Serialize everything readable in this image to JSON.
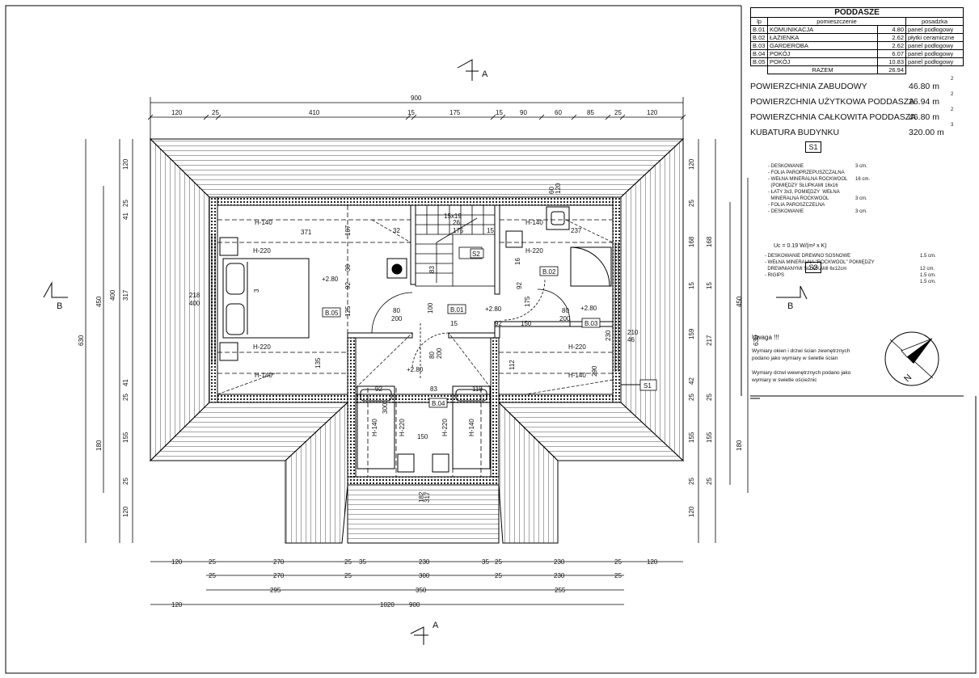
{
  "table": {
    "title": "PODDASZE",
    "headers": [
      "lp",
      "pomieszczenie",
      "posadzka"
    ],
    "rows": [
      [
        "B.01",
        "KOMUNIKACJA",
        "4.80",
        "panel podłogowy"
      ],
      [
        "B.02",
        "ŁAZIENKA",
        "2.62",
        "płytki ceramiczne"
      ],
      [
        "B.03",
        "GARDEROBA",
        "2.62",
        "panel podłogowy"
      ],
      [
        "B.04",
        "POKÓJ",
        "6.07",
        "panel podłogowy"
      ],
      [
        "B.05",
        "POKÓJ",
        "10.83",
        "panel podłogowy"
      ]
    ],
    "total_label": "RAZEM",
    "total_value": "26.94"
  },
  "areas": [
    {
      "label": "POWIERZCHNIA ZABUDOWY",
      "value": "46.80 m",
      "sup": "2"
    },
    {
      "label": "POWIERZCHNIA UŻYTKOWA PODDASZA",
      "value": "26.94 m",
      "sup": "2"
    },
    {
      "label": "POWIERZCHNIA CAŁKOWITA PODDASZA",
      "value": "46.80 m",
      "sup": "2"
    },
    {
      "label": "KUBATURA BUDYNKU",
      "value": "320.00 m",
      "sup": "3"
    }
  ],
  "s1": {
    "tag": "S1",
    "layers": [
      {
        "text": "- DESKOWANIE",
        "value": "3 cm."
      },
      {
        "text": "- FOLIA PAROPRZEPUSZCZALNA",
        "value": ""
      },
      {
        "text": "- WEŁNA MINERALNA ROCKWOOL",
        "value": "16 cm."
      },
      {
        "text": "  (POMIĘDZY SŁUPKAMI 16x16",
        "value": ""
      },
      {
        "text": "- ŁATY 3x3, POMIĘDZY  WEŁNA",
        "value": ""
      },
      {
        "text": "  MINERALNA ROCKWOOL",
        "value": "3 cm."
      },
      {
        "text": "- FOLIA PAROSZCZELNA",
        "value": ""
      },
      {
        "text": "- DESKOWANIE",
        "value": "3 cm."
      }
    ],
    "uc": "Uc = 0.19 W/(m² x K)"
  },
  "s2": {
    "tag": "S2",
    "layers": [
      {
        "text": "- DESKOWANIE DREWNO SOSNOWE",
        "value": "1.5 cm."
      },
      {
        "text": "- WEŁNA MINERALNA \"ROCKWOOL\" POMIĘDZY",
        "value": ""
      },
      {
        "text": "  DREWNIANYMI SŁUPKAMI 6x12cm",
        "value": "12 cm."
      },
      {
        "text": "- RIGIPS",
        "value": "1.5 cm."
      },
      {
        "text": "",
        "value": "1.5 cm."
      }
    ]
  },
  "notes": {
    "title": "Uwaga !!!",
    "lines": [
      "Wymiary okien i drzwi ścian zewnętrznych",
      "podano   jako wymiary w świetle ścian",
      "",
      "Wymiary drzwi wewnętrznych podano jako",
      "wymiary w świetle ościeżnic"
    ]
  },
  "north": "N",
  "section_marks": {
    "a_top": "A",
    "a_bottom": "A",
    "b_left": "B",
    "b_right": "B"
  },
  "rooms": [
    {
      "label": "B.01"
    },
    {
      "label": "B.02"
    },
    {
      "label": "B.03"
    },
    {
      "label": "B.04"
    },
    {
      "label": "B.05"
    }
  ],
  "wall_tags": {
    "s1": "S1",
    "s2": "S2"
  },
  "levels": [
    "+2.80",
    "+2.80",
    "+2.80",
    "+2.80"
  ],
  "heights": [
    "H-140",
    "H-220",
    "H-220",
    "H-140",
    "H-140",
    "H-220",
    "H-220",
    "H-140",
    "H-140",
    "H-220",
    "H-220",
    "H-140"
  ],
  "dims_top": {
    "overall": "900",
    "segments": [
      "120",
      "25",
      "410",
      "15",
      "175",
      "15",
      "90",
      "60",
      "85",
      "25",
      "120"
    ]
  },
  "dims_bottom": {
    "row1": [
      "120",
      "25",
      "270",
      "25",
      "35",
      "230",
      "35",
      "25",
      "230",
      "25",
      "120"
    ],
    "row2": [
      "25",
      "270",
      "25",
      "300",
      "25",
      "230",
      "25"
    ],
    "row3": [
      "295",
      "350",
      "255"
    ],
    "row4": [
      "120",
      "1020",
      "900"
    ]
  },
  "dims_left": {
    "outer": "630",
    "mid": [
      "450",
      "180"
    ],
    "inner": [
      "120",
      "25",
      "41",
      "317",
      "41",
      "25",
      "155",
      "25",
      "120"
    ],
    "inner2": [
      "400"
    ]
  },
  "dims_right": {
    "outer": "630",
    "mid": [
      "450",
      "180"
    ],
    "inner": [
      "120",
      "25",
      "168",
      "15",
      "159",
      "42",
      "25",
      "155",
      "25",
      "120"
    ],
    "inner2": [
      "168",
      "15",
      "217",
      "25",
      "155",
      "25"
    ]
  },
  "interior_dims": [
    "371",
    "107",
    "32",
    "83",
    "15x19",
    "26",
    "175",
    "15",
    "16",
    "237",
    "60",
    "120",
    "80",
    "200",
    "100",
    "80",
    "200",
    "80",
    "200",
    "92",
    "175",
    "15",
    "92",
    "150",
    "210",
    "46",
    "30",
    "92",
    "125",
    "135",
    "92",
    "83",
    "110",
    "112",
    "290",
    "300",
    "150",
    "230",
    "182",
    "317",
    "218",
    "400",
    "3",
    "2.80"
  ]
}
